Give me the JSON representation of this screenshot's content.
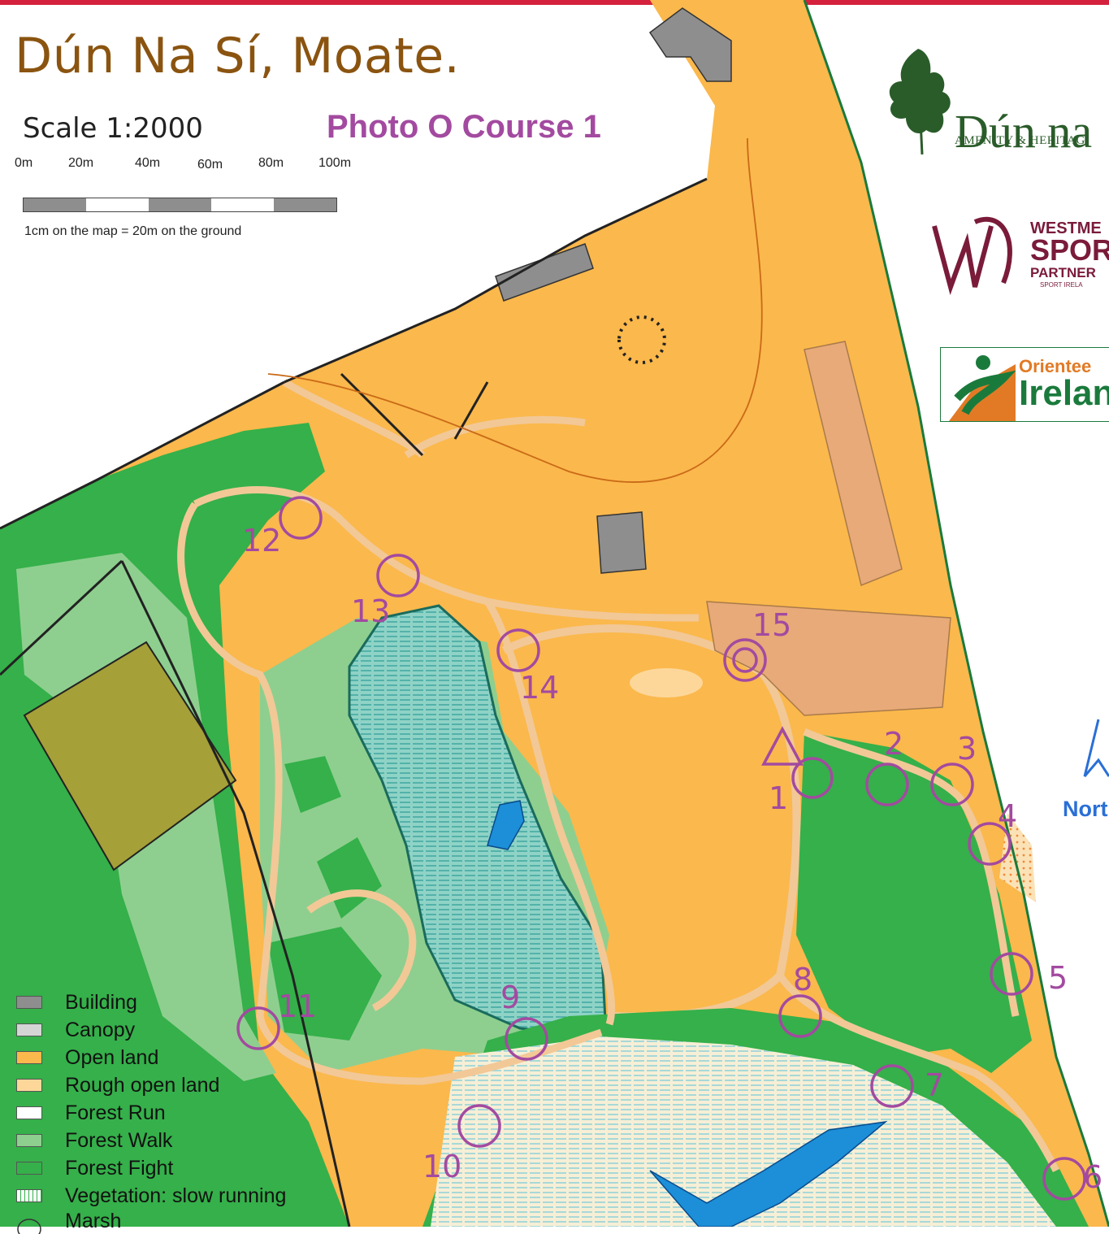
{
  "map": {
    "title": "Dún Na Sí, Moate.",
    "scale_text": "Scale 1:2000",
    "course_title": "Photo O Course 1",
    "scale_ticks": [
      "0m",
      "20m",
      "40m",
      "60m",
      "80m",
      "100m"
    ],
    "scale_note": "1cm on the map = 20m on the ground",
    "north_label": "North"
  },
  "controls": [
    {
      "number": "1"
    },
    {
      "number": "2"
    },
    {
      "number": "3"
    },
    {
      "number": "4"
    },
    {
      "number": "5"
    },
    {
      "number": "6"
    },
    {
      "number": "7"
    },
    {
      "number": "8"
    },
    {
      "number": "9"
    },
    {
      "number": "10"
    },
    {
      "number": "11"
    },
    {
      "number": "12"
    },
    {
      "number": "13"
    },
    {
      "number": "14"
    },
    {
      "number": "15"
    }
  ],
  "legend": [
    {
      "label": "Building",
      "color": "#8e8e8e"
    },
    {
      "label": "Canopy",
      "color": "#d5d5d5"
    },
    {
      "label": "Open land",
      "color": "#fbb84c"
    },
    {
      "label": "Rough open land",
      "color": "#fdd79a"
    },
    {
      "label": "Forest Run",
      "color": "#ffffff"
    },
    {
      "label": "Forest Walk",
      "color": "#8ecf8f"
    },
    {
      "label": "Forest Fight",
      "color": "#35b04a"
    },
    {
      "label": "Vegetation: slow running",
      "color": "#ffffff"
    },
    {
      "label": "Marsh",
      "color": "#ffffff"
    }
  ],
  "logos": {
    "dun_na_si": {
      "text": "Dún na",
      "subtitle": "AMENITY & HERITAG"
    },
    "westmeath": {
      "line1": "WESTME",
      "line2": "SPOR",
      "line3": "PARTNER",
      "line4": "SPORT IRELA"
    },
    "orienteering": {
      "line1": "Orientee",
      "line2": "Irelan"
    }
  },
  "colors": {
    "open_land": "#fbb84c",
    "rough_open": "#fdd79a",
    "forest_walk": "#8ecf8f",
    "forest_fight": "#35b04a",
    "marsh": "#67c4b0",
    "water": "#1c8fd8",
    "path": "#f2c897",
    "course": "#a34aa0",
    "olive": "#a5a038"
  }
}
